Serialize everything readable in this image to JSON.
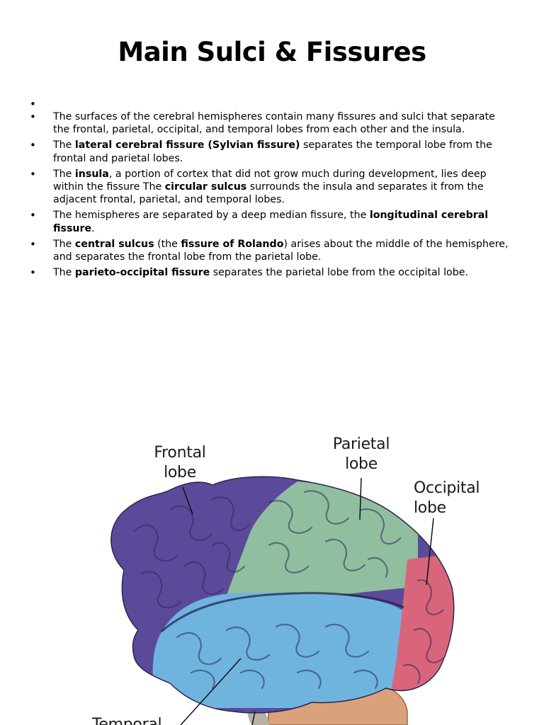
{
  "slide": {
    "title": "Main Sulci & Fissures",
    "bullets": [
      {
        "segments": [
          {
            "text": "",
            "bold": false
          }
        ]
      },
      {
        "segments": [
          {
            "text": "The surfaces of the cerebral hemispheres contain many fissures and sulci that separate the frontal, parietal, occipital, and temporal lobes from each other and the insula.",
            "bold": false
          }
        ]
      },
      {
        "segments": [
          {
            "text": "The ",
            "bold": false
          },
          {
            "text": "lateral cerebral fissure (Sylvian fissure)",
            "bold": true
          },
          {
            "text": " separates the temporal lobe from the frontal and parietal lobes.",
            "bold": false
          }
        ]
      },
      {
        "segments": [
          {
            "text": "The ",
            "bold": false
          },
          {
            "text": "insula",
            "bold": true
          },
          {
            "text": ", a portion of cortex that did not grow much during development, lies deep within the fissure The ",
            "bold": false
          },
          {
            "text": "circular sulcus",
            "bold": true
          },
          {
            "text": " surrounds the insula and separates it from the adjacent frontal, parietal, and temporal lobes.",
            "bold": false
          }
        ]
      },
      {
        "segments": [
          {
            "text": "The hemispheres are separated by a deep median fissure, the ",
            "bold": false
          },
          {
            "text": "longitudinal cerebral fissure",
            "bold": true
          },
          {
            "text": ".",
            "bold": false
          }
        ]
      },
      {
        "segments": [
          {
            "text": "The ",
            "bold": false
          },
          {
            "text": "central sulcus",
            "bold": true
          },
          {
            "text": " (the ",
            "bold": false
          },
          {
            "text": "fissure of Rolando",
            "bold": true
          },
          {
            "text": ") arises about the middle of the hemisphere, and separates the frontal lobe from the parietal lobe.",
            "bold": false
          }
        ]
      },
      {
        "segments": [
          {
            "text": "The ",
            "bold": false
          },
          {
            "text": "parieto-occipital fissure",
            "bold": true
          },
          {
            "text": " separates the parietal lobe from the occipital lobe.",
            "bold": false
          }
        ]
      }
    ]
  },
  "figure": {
    "labels": {
      "frontal": "Frontal\nlobe",
      "parietal": "Parietal\nlobe",
      "occipital": "Occipital\nlobe",
      "temporal": "Temporal"
    },
    "colors": {
      "frontal": "#5b4a9a",
      "parietal": "#8fbf9f",
      "occipital": "#d9657a",
      "temporal": "#6fb4de",
      "cerebellum": "#d9a27a",
      "sulci": "#2e2a5a"
    }
  }
}
